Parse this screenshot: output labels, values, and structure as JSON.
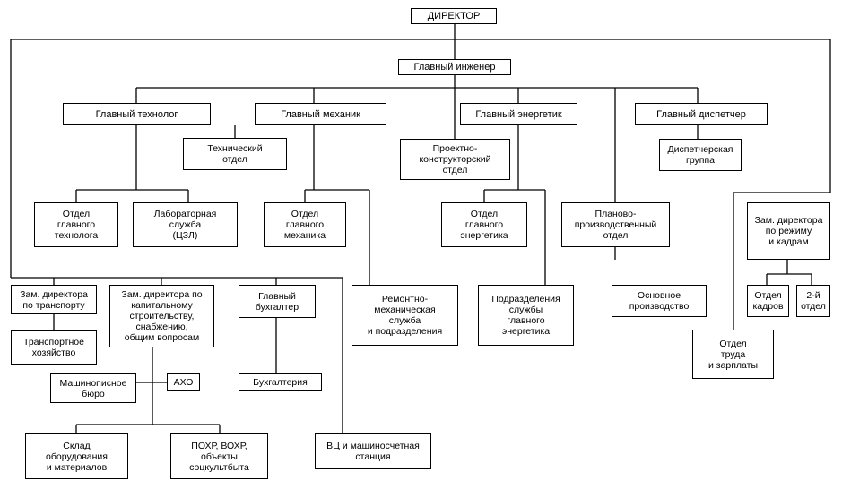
{
  "boxes": {
    "director": "ДИРЕКТОР",
    "chief_engineer": "Главный инженер",
    "chief_technologist": "Главный технолог",
    "chief_mechanic": "Главный механик",
    "chief_power_engineer": "Главный энергетик",
    "chief_dispatcher": "Главный диспетчер",
    "technical_dept": "Технический\nотдел",
    "design_dept": "Проектно-\nконструкторский\nотдел",
    "dispatch_group": "Диспетчерская\nгруппа",
    "chief_technologist_dept": "Отдел\nглавного\nтехнолога",
    "lab_service": "Лабораторная\nслужба\n(ЦЗЛ)",
    "chief_mechanic_dept": "Отдел\nглавного\nмеханика",
    "chief_power_dept": "Отдел\nглавного\nэнергетика",
    "planning_dept": "Планово-\nпроизводственный\nотдел",
    "deputy_regime_personnel": "Зам. директора\nпо режиму\nи кадрам",
    "deputy_transport": "Зам. директора\nпо транспорту",
    "deputy_construction": "Зам. директора по\nкапитальному\nстроительству,\nснабжению,\nобщим вопросам",
    "chief_accountant": "Главный\nбухгалтер",
    "repair_mech_service": "Ремонтно-\nмеханическая\nслужба\nи подразделения",
    "power_service_units": "Подразделения\nслужбы\nглавного\nэнергетика",
    "main_production": "Основное\nпроизводство",
    "personnel_dept": "Отдел\nкадров",
    "second_dept": "2-й\nотдел",
    "labor_wages_dept": "Отдел\nтруда\nи зарплаты",
    "transport_facility": "Транспортное\nхозяйство",
    "typing_bureau": "Машинописное\nбюро",
    "aho": "АХО",
    "accounting": "Бухгалтерия",
    "equipment_warehouse": "Склад\nоборудования\nи материалов",
    "security_social": "ПОХР, ВОХР,\nобъекты\nсоцкультбыта",
    "computing_center": "ВЦ и машиносчетная\nстанция"
  }
}
